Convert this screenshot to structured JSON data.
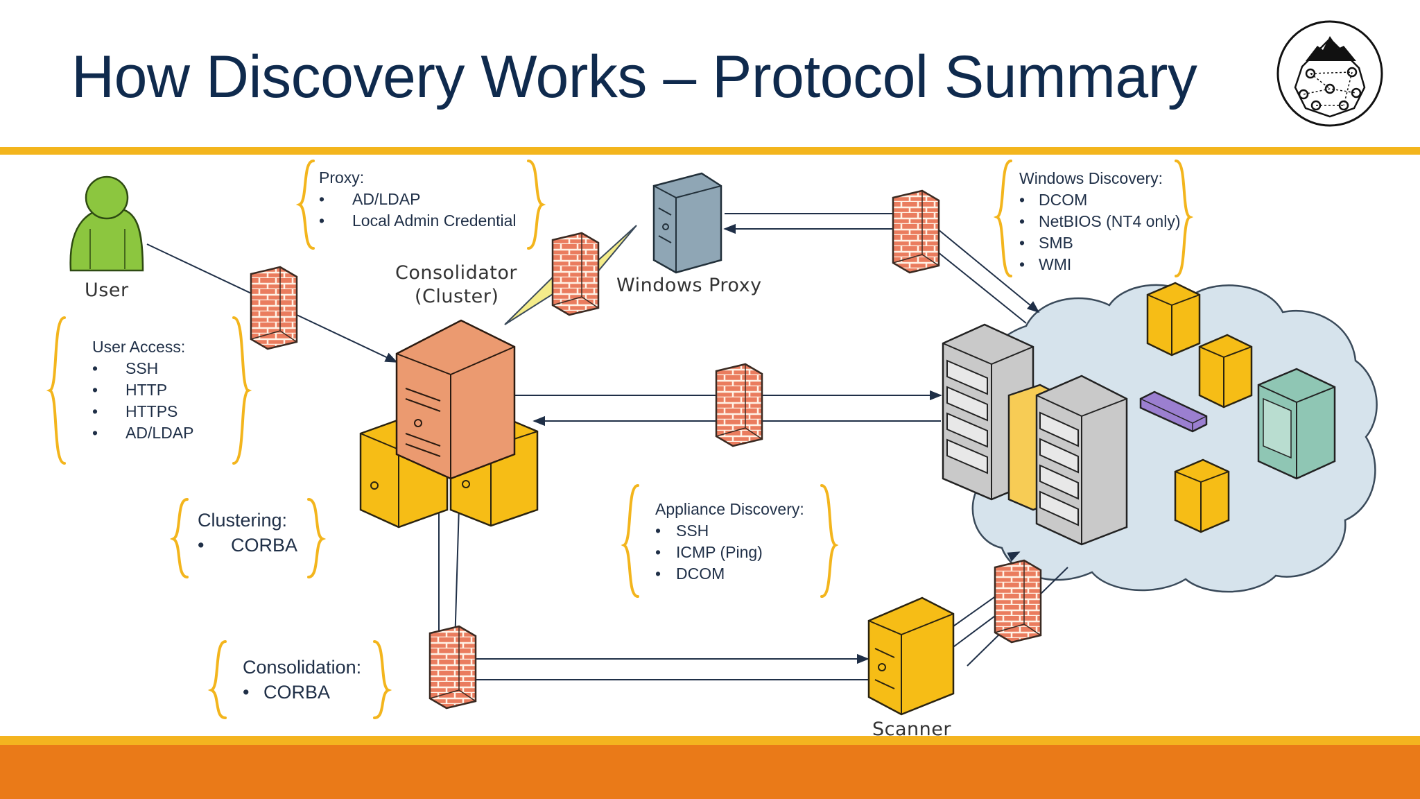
{
  "slide": {
    "title": "How Discovery Works – Protocol Summary"
  },
  "colors": {
    "title": "#0f2a4d",
    "gold": "#f3b51d",
    "orange": "#ea7a18",
    "server_yellow": "#f6bd16",
    "consolidator": "#eb9a70",
    "proxy_server": "#8fa6b5",
    "cloud": "#d6e3ec",
    "firewall": "#e9765a",
    "user": "#8cc63f"
  },
  "nodes": {
    "user": "User",
    "consolidator": "Consolidator",
    "cluster": "(Cluster)",
    "windows_proxy": "Windows Proxy",
    "scanner": "Scanner"
  },
  "boxes": {
    "proxy": {
      "heading": "Proxy:",
      "items": [
        "AD/LDAP",
        "Local Admin Credential"
      ]
    },
    "windows_discovery": {
      "heading": "Windows Discovery:",
      "items": [
        "DCOM",
        "NetBIOS (NT4 only)",
        "SMB",
        "WMI"
      ]
    },
    "user_access": {
      "heading": "User Access:",
      "items": [
        "SSH",
        "HTTP",
        "HTTPS",
        "AD/LDAP"
      ]
    },
    "clustering": {
      "heading": "Clustering:",
      "items": [
        "CORBA"
      ]
    },
    "appliance_discovery": {
      "heading": "Appliance Discovery:",
      "items": [
        "SSH",
        "ICMP (Ping)",
        "DCOM"
      ]
    },
    "consolidation": {
      "heading": "Consolidation:",
      "items": [
        "CORBA"
      ]
    }
  },
  "bullet": "•"
}
